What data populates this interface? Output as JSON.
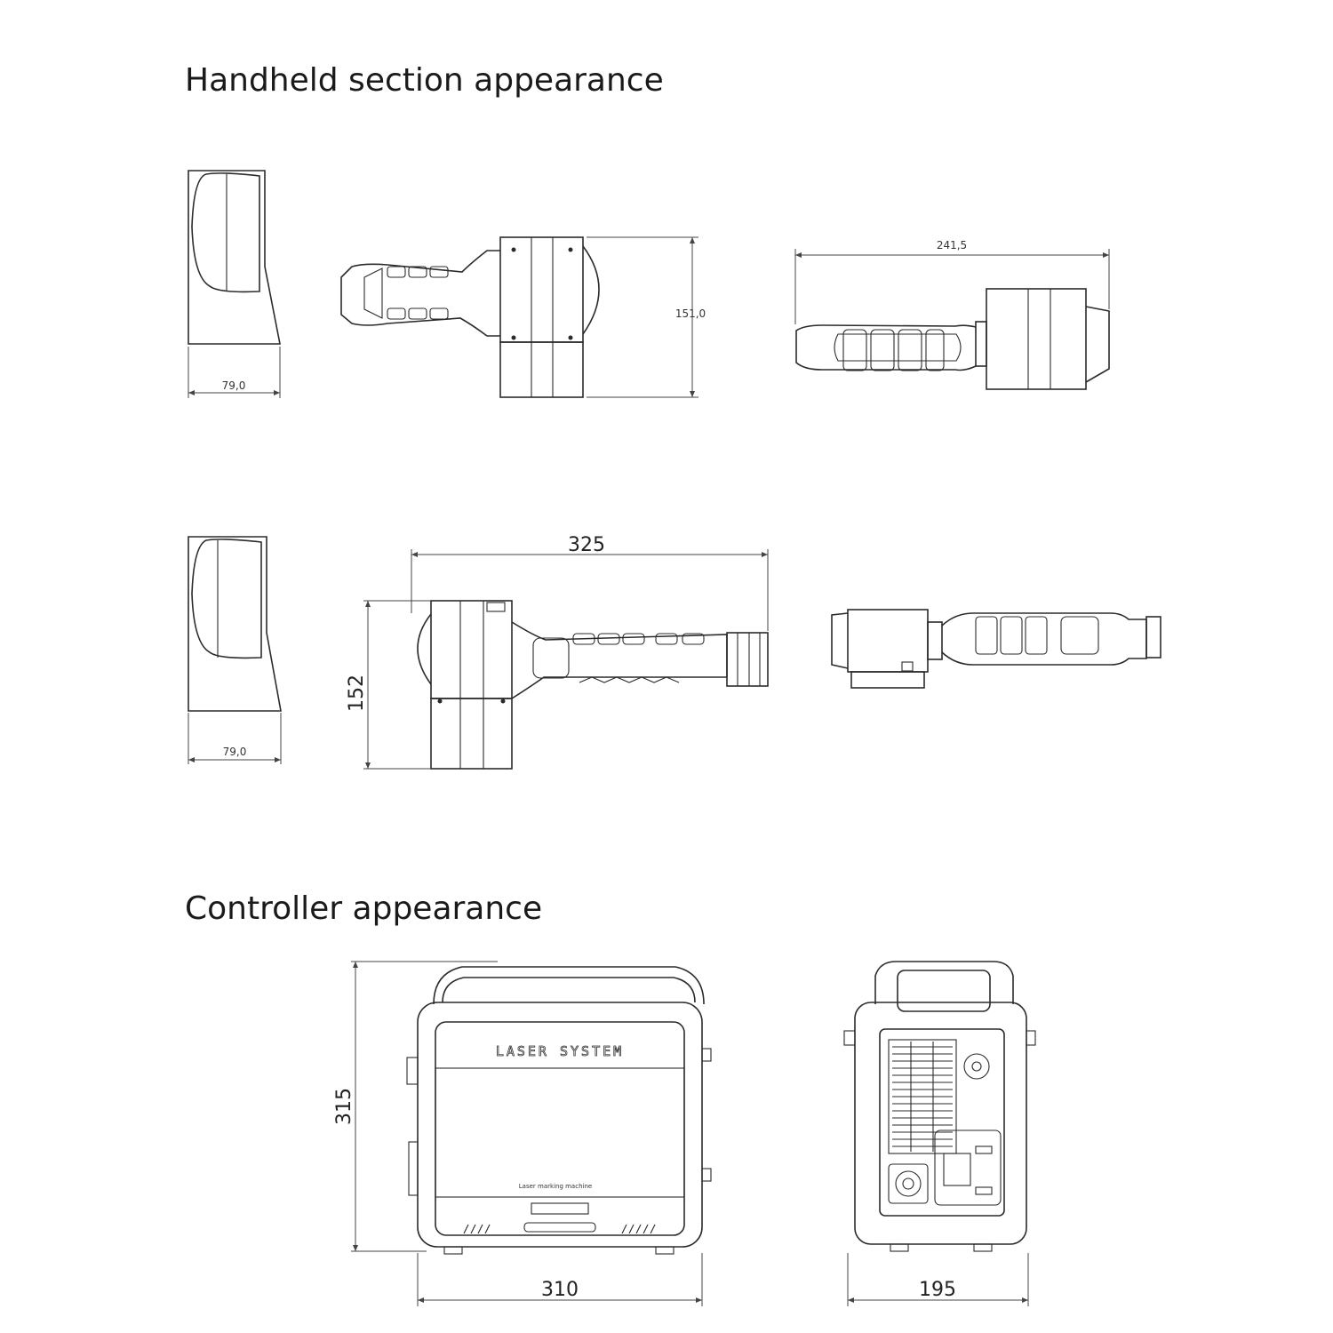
{
  "sections": {
    "handheld_title": "Handheld section appearance",
    "controller_title": "Controller appearance"
  },
  "dimensions": {
    "front_width_top": "79,0",
    "side_height_top": "151,0",
    "top_length": "241,5",
    "front_width_bottom": "79,0",
    "side_length_bottom": "325",
    "side_height_bottom": "152",
    "controller_height": "315",
    "controller_width": "310",
    "controller_depth": "195"
  },
  "labels": {
    "brand": "LASER SYSTEM",
    "panel_caption": "Laser marking machine"
  }
}
